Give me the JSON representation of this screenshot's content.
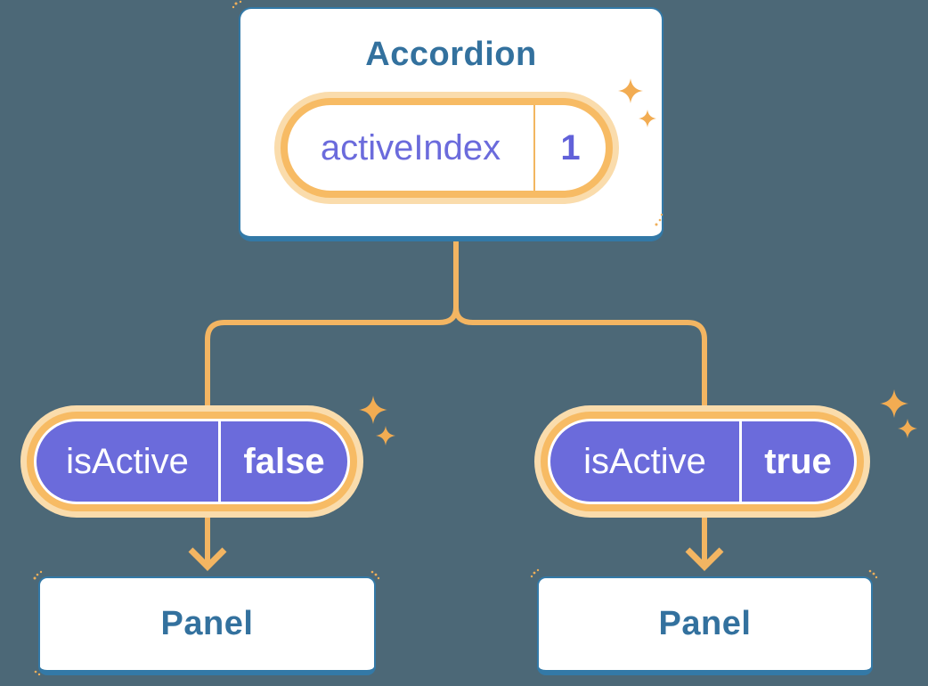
{
  "diagram": {
    "root_card": {
      "title": "Accordion",
      "state_pill": {
        "name": "activeIndex",
        "value": "1"
      }
    },
    "children": [
      {
        "prop_pill": {
          "name": "isActive",
          "value": "false"
        },
        "panel": {
          "label": "Panel"
        }
      },
      {
        "prop_pill": {
          "name": "isActive",
          "value": "true"
        },
        "panel": {
          "label": "Panel"
        }
      }
    ],
    "colors": {
      "background": "#4C6877",
      "card_fill": "#FFFFFF",
      "card_border": "#3379A7",
      "card_text": "#33719E",
      "pill_ring": "#F7BB64",
      "pill_glow": "#FADCAC",
      "connector": "#F3B562",
      "sparkle": "#F2AC52",
      "state_text": "#6B6BDC",
      "prop_fill": "#6B6BDB",
      "prop_text": "#FFFFFF"
    }
  }
}
